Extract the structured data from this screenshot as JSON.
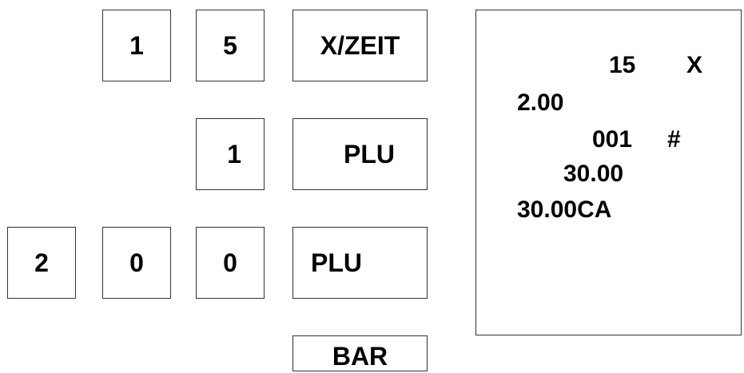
{
  "keypad": {
    "row1": [
      "1",
      "5",
      "X/ZEIT"
    ],
    "row2": [
      "1",
      "PLU"
    ],
    "row3": [
      "2",
      "0",
      "0",
      "PLU"
    ],
    "row4": [
      "BAR"
    ]
  },
  "receipt": {
    "line1_qty": "15",
    "line1_sym": "X",
    "line2_price": "2.00",
    "line3_plu": "001",
    "line3_sym": "#",
    "line4_amount": "30.00",
    "line5_total": "30.00CA"
  }
}
